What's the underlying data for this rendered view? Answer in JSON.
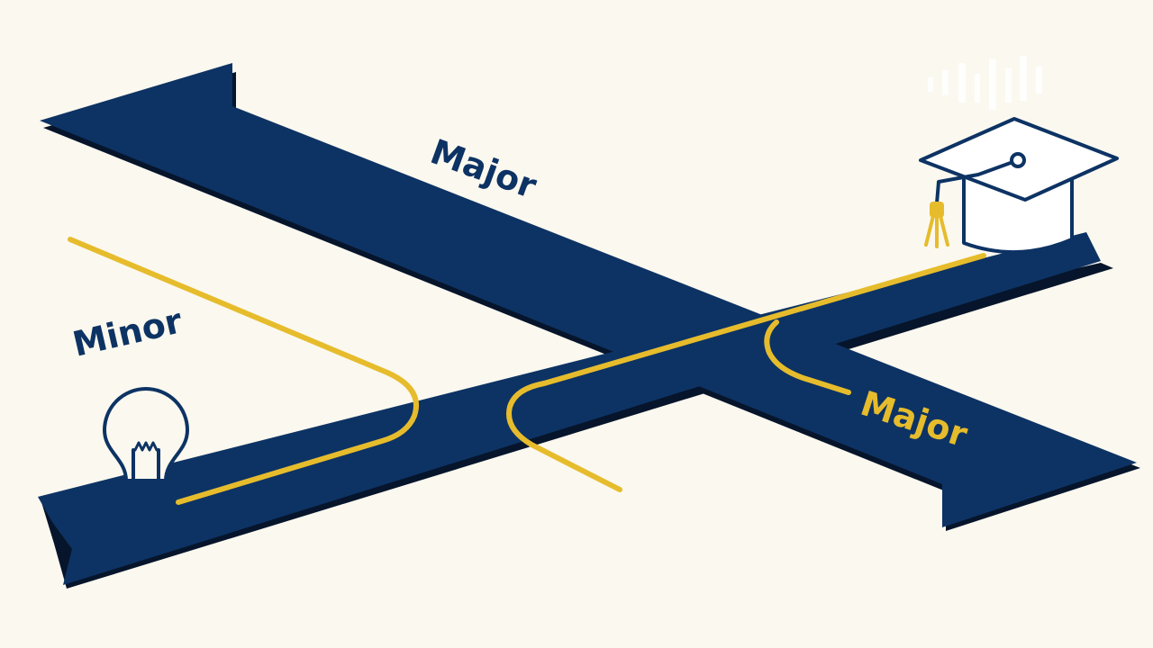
{
  "labels": {
    "major_top": "Major",
    "minor": "Minor",
    "major_bottom": "Major"
  },
  "colors": {
    "background": "#fbf8ef",
    "road": "#0d3364",
    "road_shadow": "#06152b",
    "path": "#e6bc2c",
    "icon_stroke": "#0d3364",
    "cap_fill": "#ffffff",
    "text": "#0d3364"
  },
  "icons": {
    "start": "lightbulb-icon",
    "end": "graduation-cap-icon"
  }
}
